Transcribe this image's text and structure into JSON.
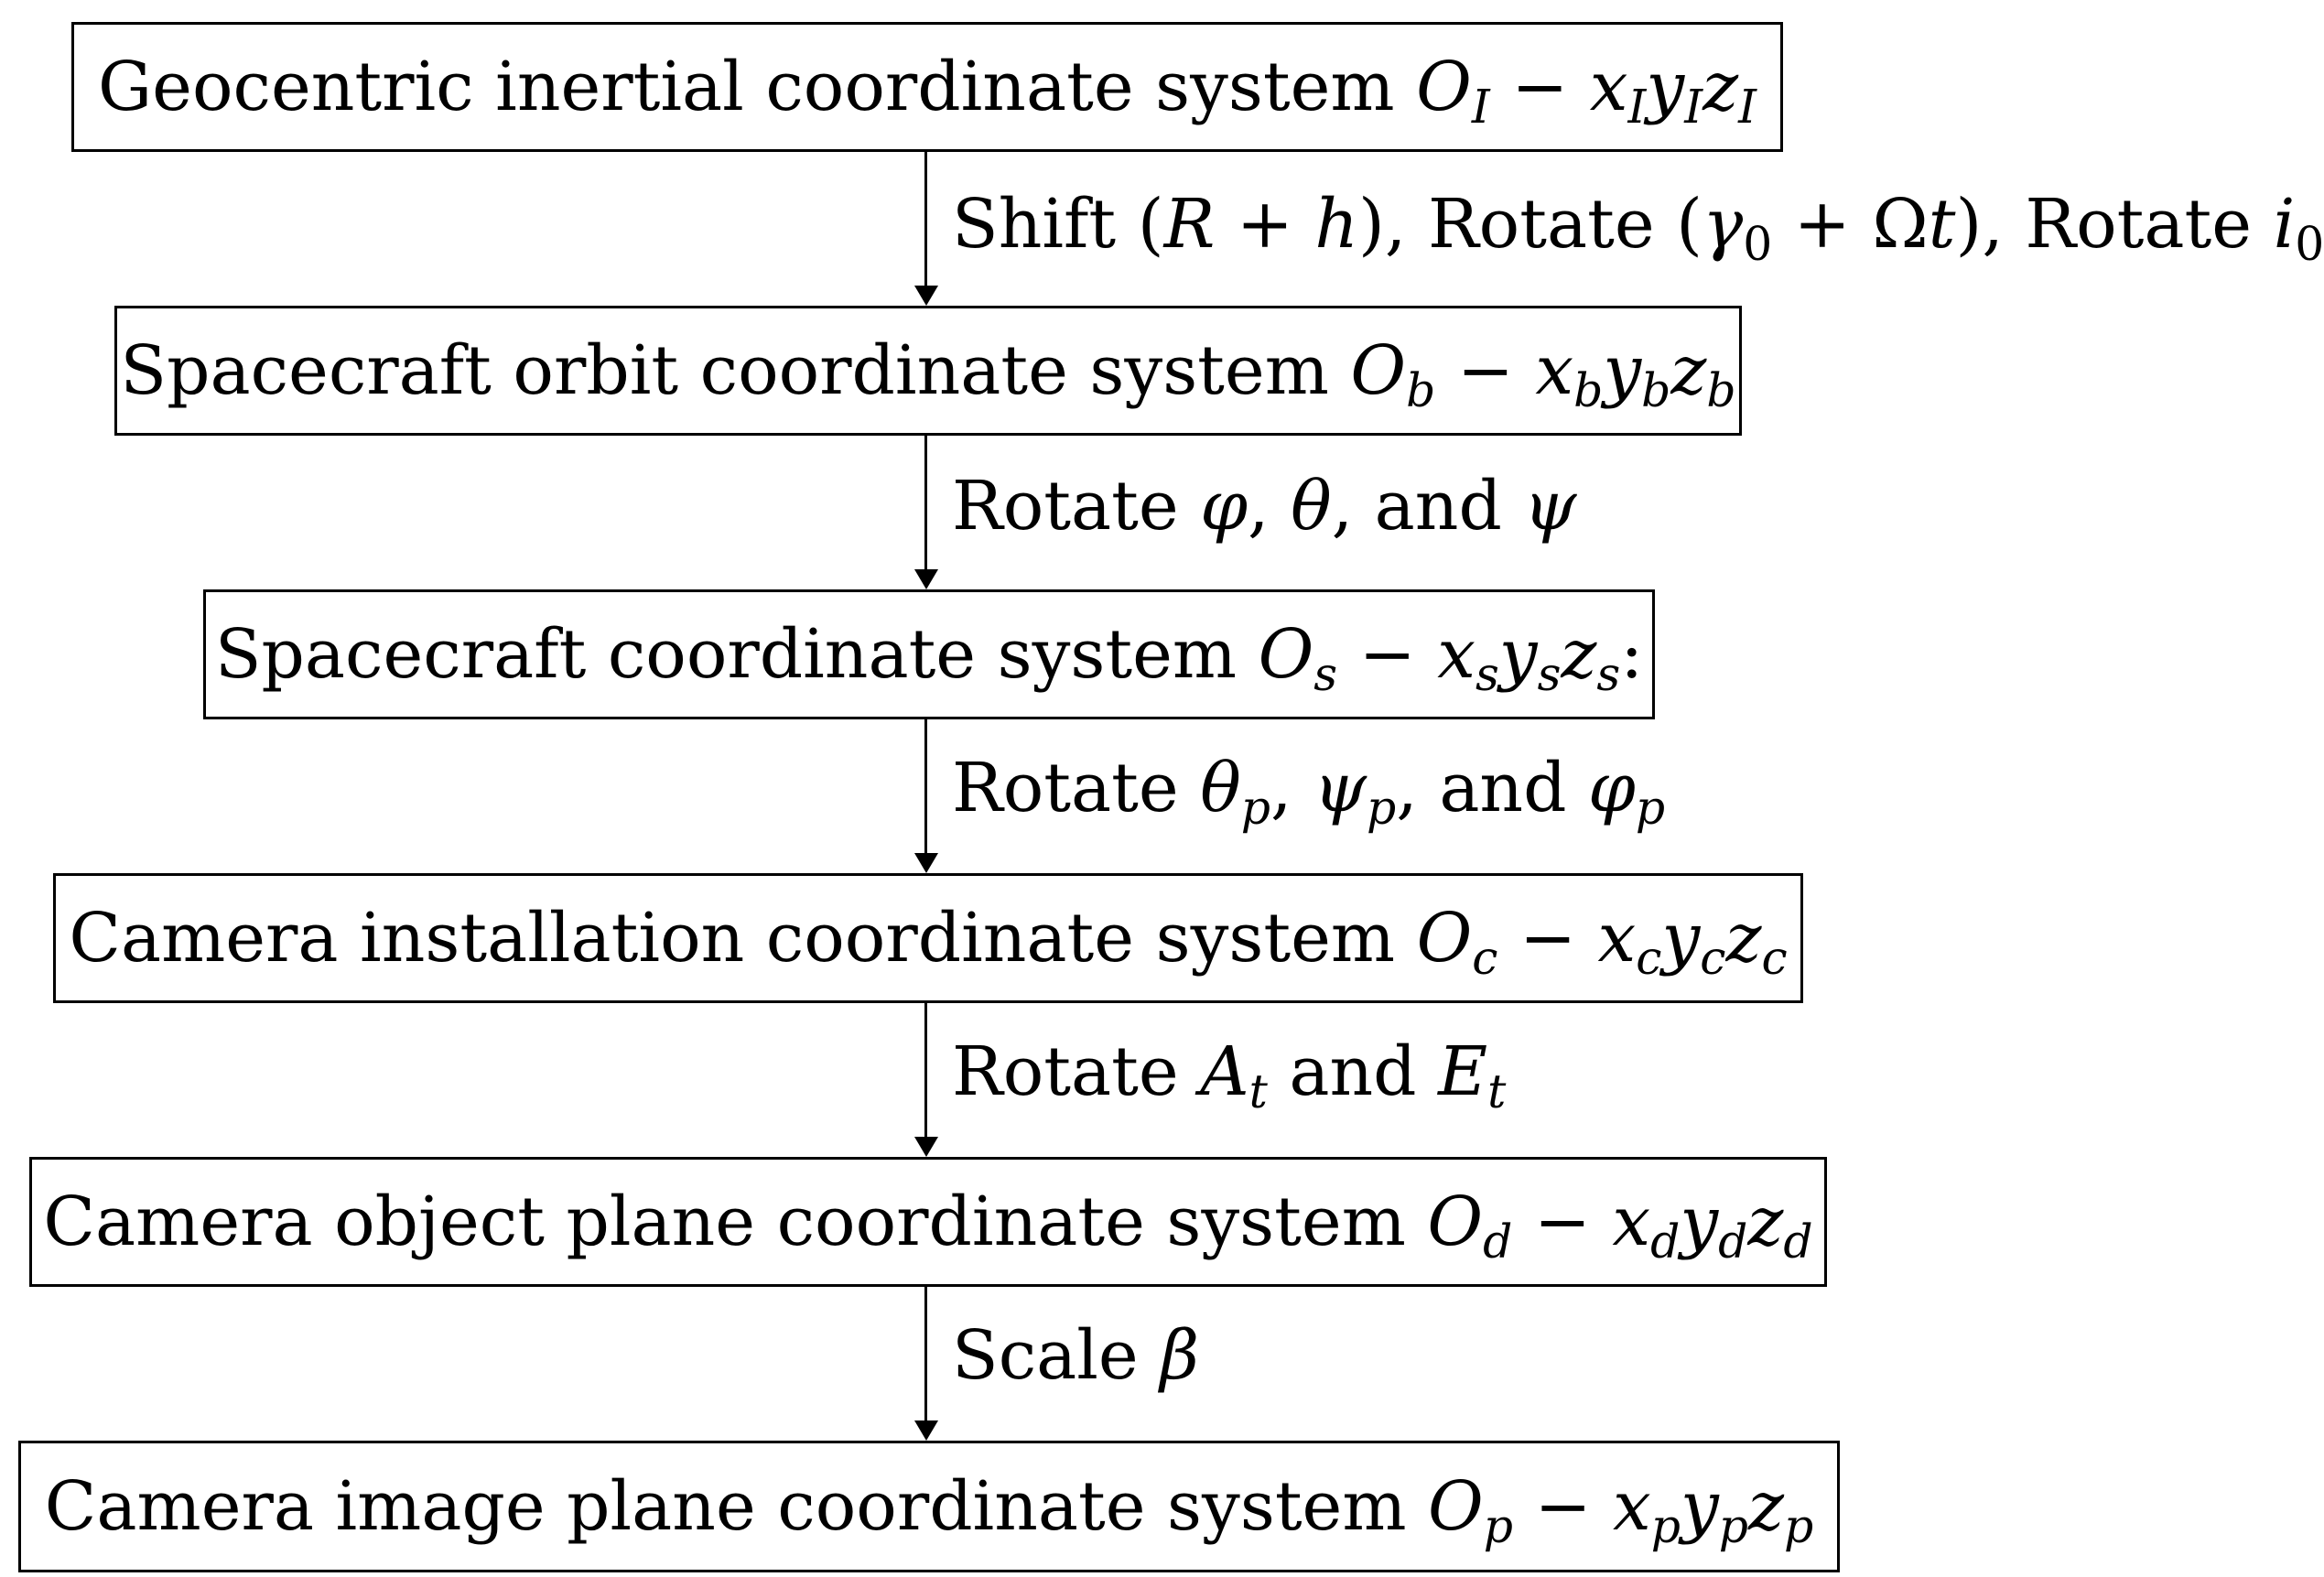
{
  "boxes": [
    {
      "text": "Geocentric inertial coordinate system",
      "O": "O",
      "O_sub": "I",
      "x": "x",
      "x_sub": "I",
      "y": "y",
      "y_sub": "I",
      "z": "z",
      "z_sub": "I",
      "suffix": ""
    },
    {
      "text": "Spacecraft orbit coordinate system",
      "O": "O",
      "O_sub": "b",
      "x": "x",
      "x_sub": "b",
      "y": "y",
      "y_sub": "b",
      "z": "z",
      "z_sub": "b",
      "suffix": ""
    },
    {
      "text": "Spacecraft coordinate system",
      "O": "O",
      "O_sub": "s",
      "x": "x",
      "x_sub": "s",
      "y": "y",
      "y_sub": "s",
      "z": "z",
      "z_sub": "s",
      "suffix": ":"
    },
    {
      "text": "Camera installation coordinate system",
      "O": "O",
      "O_sub": "c",
      "x": "x",
      "x_sub": "c",
      "y": "y",
      "y_sub": "c",
      "z": "z",
      "z_sub": "c",
      "suffix": ""
    },
    {
      "text": "Camera object plane coordinate system",
      "O": "O",
      "O_sub": "d",
      "x": "x",
      "x_sub": "d",
      "y": "y",
      "y_sub": "d",
      "z": "z",
      "z_sub": "d",
      "suffix": ""
    },
    {
      "text": "Camera image plane coordinate system",
      "O": "O",
      "O_sub": "p",
      "x": "x",
      "x_sub": "p",
      "y": "y",
      "y_sub": "p",
      "z": "z",
      "z_sub": "p",
      "suffix": ""
    }
  ],
  "transforms": {
    "t1": {
      "shift": "Shift",
      "R": "R",
      "plus": "+",
      "h": "h",
      "rotate1": "Rotate",
      "gamma": "γ",
      "gamma_sub": "0",
      "Omega": "Ω",
      "t": "t",
      "rotate2": "Rotate",
      "i": "i",
      "i_sub": "0"
    },
    "t2": {
      "rotate": "Rotate",
      "phi": "φ",
      "theta": "θ",
      "and": "and",
      "psi": "ψ"
    },
    "t3": {
      "rotate": "Rotate",
      "theta": "θ",
      "theta_sub": "p",
      "psi": "ψ",
      "psi_sub": "p",
      "and": "and",
      "phi": "φ",
      "phi_sub": "p"
    },
    "t4": {
      "rotate": "Rotate",
      "A": "A",
      "A_sub": "t",
      "and": "and",
      "E": "E",
      "E_sub": "t"
    },
    "t5": {
      "scale": "Scale",
      "beta": "β"
    }
  },
  "minus": "−"
}
